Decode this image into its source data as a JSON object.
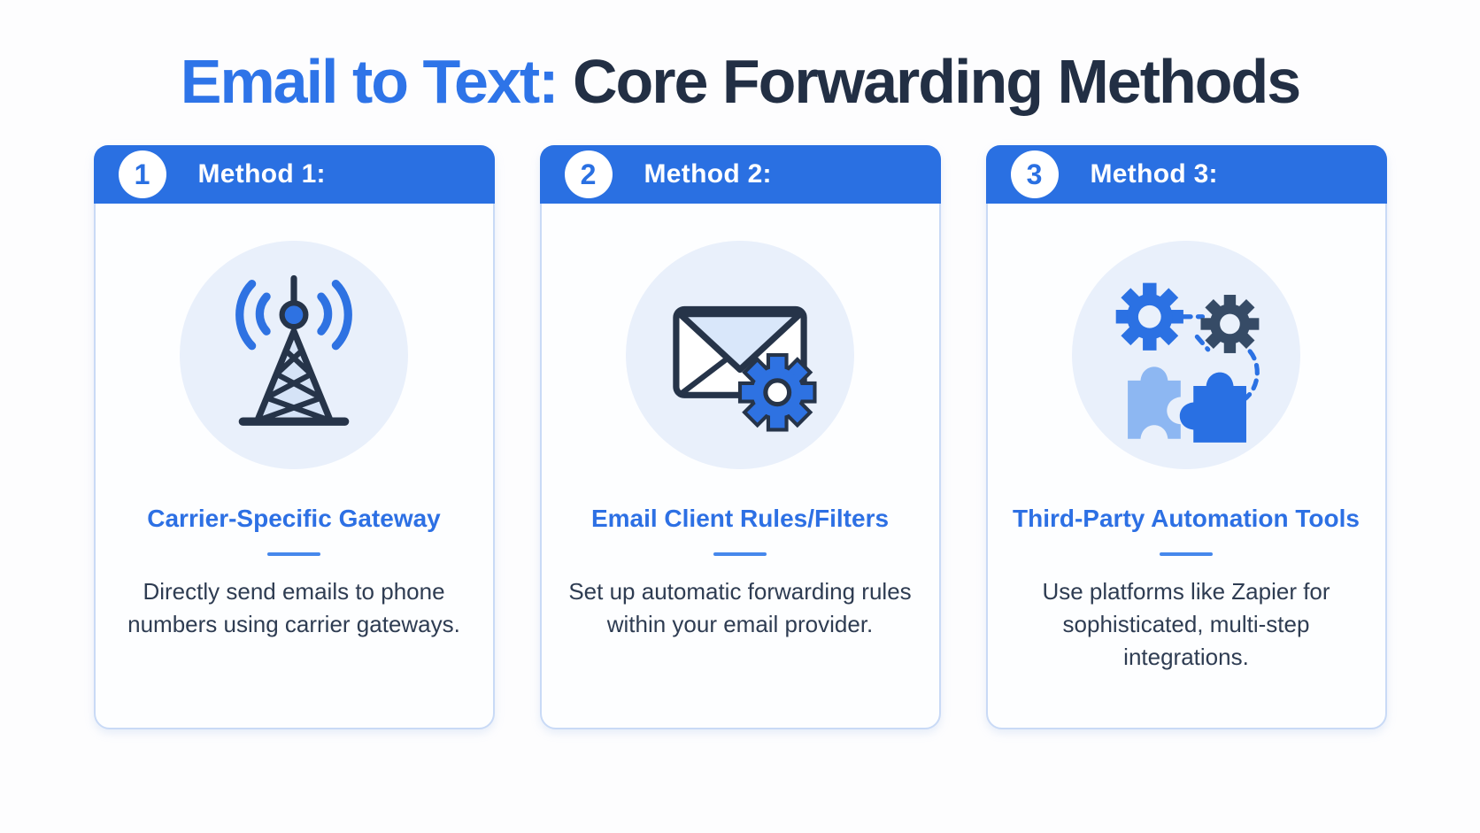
{
  "page_title": {
    "highlight": "Email to Text:",
    "rest": " Core Forwarding Methods"
  },
  "colors": {
    "accent_blue": "#2a70e2",
    "title_blue": "#2e74e8",
    "title_dark": "#222f44",
    "body_text": "#2e3c52",
    "card_border": "#c9daf6",
    "icon_circle_bg": "#e9f0fb",
    "divider_blue": "#4688ec",
    "icon_navy": "#263449",
    "icon_light_blue": "#d9e7fa"
  },
  "cards": [
    {
      "number": "1",
      "header_label": "Method 1:",
      "icon": "cell-tower-icon",
      "title": "Carrier-Specific Gateway",
      "description": "Directly send emails to phone numbers using carrier gateways."
    },
    {
      "number": "2",
      "header_label": "Method 2:",
      "icon": "envelope-gear-icon",
      "title": "Email Client Rules/Filters",
      "description": "Set up automatic forwarding rules within your email provider."
    },
    {
      "number": "3",
      "header_label": "Method 3:",
      "icon": "gears-puzzle-icon",
      "title": "Third-Party Automation Tools",
      "description": "Use platforms like Zapier for sophisticated, multi-step integrations."
    }
  ]
}
